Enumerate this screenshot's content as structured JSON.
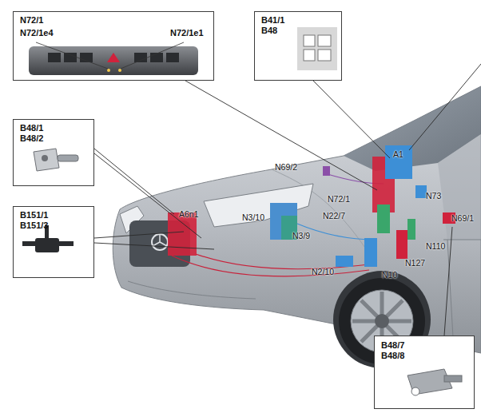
{
  "diagram": {
    "nodes": [
      {
        "text": [
          "N72/1",
          "N72/1e4",
          "N72/1e1"
        ]
      },
      {
        "text": [
          "B41/1",
          "B48"
        ]
      },
      {
        "text": [
          "B48/1",
          "B48/2"
        ]
      },
      {
        "text": [
          "B151/1",
          "B151/3"
        ]
      },
      {
        "text": [
          "B48/7",
          "B48/8"
        ]
      }
    ],
    "labels": [
      "A1",
      "N69/2",
      "N73",
      "N72/1",
      "A6n1",
      "N3/10",
      "N22/7",
      "N69/1",
      "N3/9",
      "N110",
      "N127",
      "N2/10",
      "N10"
    ]
  }
}
